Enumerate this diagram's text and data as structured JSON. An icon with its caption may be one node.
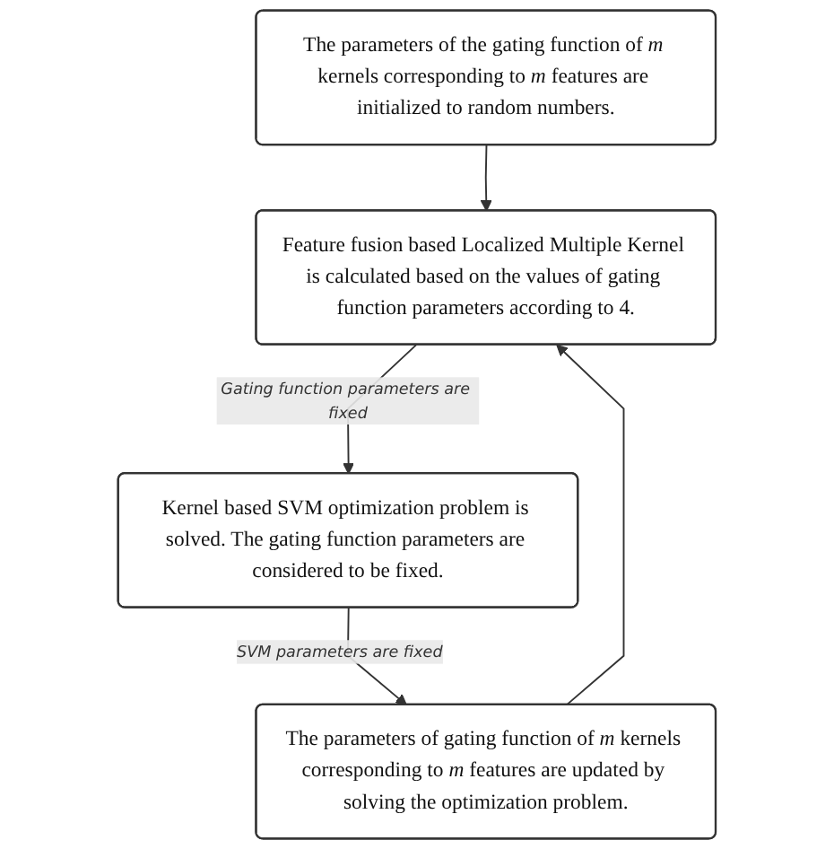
{
  "diagram": {
    "nodes": [
      {
        "text": [
          "The parameters of the gating function of *m* kernels corresponding to *m* features are initialized to random numbers."
        ]
      },
      {
        "text": [
          "Feature fusion based Localized Multiple Kernel is calculated based on the values of gating function parameters according to 4."
        ]
      },
      {
        "text": [
          "Kernel based SVM optimization problem is solved. The gating function parameters are considered to be fixed."
        ]
      },
      {
        "text": [
          "The parameters of gating function of *m* kernels corresponding to *m* features are updated by solving the optimization problem."
        ]
      }
    ],
    "edges": [
      {
        "from": 0,
        "to": 1,
        "arrow": "to"
      },
      {
        "from": 1,
        "to": 2,
        "arrow": "to",
        "label": "Gating function parameters are fixed"
      },
      {
        "from": 2,
        "to": 3,
        "arrow": "to",
        "label": "SVM parameters are fixed"
      },
      {
        "from": 3,
        "to": 1,
        "arrow": "to"
      }
    ]
  }
}
